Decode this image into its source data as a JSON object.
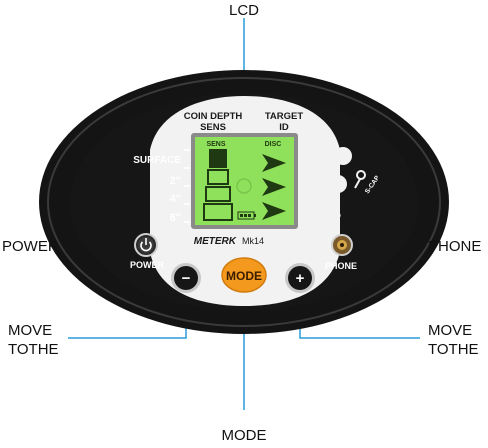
{
  "callouts": {
    "lcd": "LCD",
    "power": "POWER",
    "phone": "PHONE",
    "move_left_line1": "MOVE",
    "move_left_line2": "TOTHE",
    "move_right_line1": "MOVE",
    "move_right_line2": "TOTHE",
    "mode": "MODE"
  },
  "device": {
    "header_left_line1": "COIN DEPTH",
    "header_left_line2": "SENS",
    "header_right_line1": "TARGET",
    "header_right_line2": "ID",
    "lcd_left_label": "SENS",
    "lcd_right_label": "DISC",
    "depth_labels": [
      "SURFACE",
      "2\"",
      "4\"",
      "6\""
    ],
    "power_label": "POWER",
    "phone_label": "PHONE",
    "brand": "METERK",
    "model": "Mk14",
    "mode_button": "MODE",
    "minus_button": "−",
    "plus_button": "+",
    "scap_label": "S-CAP"
  },
  "colors": {
    "callout_line": "#2a9bd7",
    "lcd_green": "#8fe05a",
    "mode_orange": "#f39a1e",
    "bezel": "#141414",
    "panel": "#f2f2f2"
  }
}
